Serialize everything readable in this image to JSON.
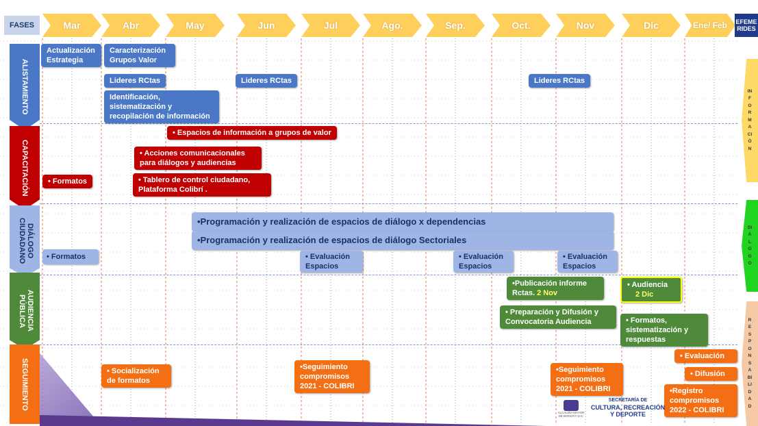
{
  "header": {
    "fases_label": "FASES",
    "months": [
      "Mar",
      "Abr",
      "May",
      "Jun",
      "Jul",
      "Ago.",
      "Sep.",
      "Oct.",
      "Nov",
      "Dic",
      "Ene/ Feb"
    ],
    "efemerides_label": "EFEME RIDES"
  },
  "phases": {
    "alistamiento": "ALISTAMIENTO",
    "capacitacion": "CAPACITACIÓN",
    "dialogo": "DIÁLOGO CIUDADANO",
    "audiencia": "AUDIENCIA PÚBLICA",
    "seguimiento": "SEGUIMIENTO"
  },
  "tasks": {
    "actualizacion": "Actualización Estrategia",
    "caracterizacion": "Caracterización Grupos Valor",
    "lideres_abr": "Lideres RCtas",
    "lideres_jun": "Lideres RCtas",
    "lideres_oct": "Lideres RCtas",
    "identificacion": "Identificación, sistematización y recopilación de información",
    "espacios_info": "• Espacios de información a grupos de valor",
    "acciones": "• Acciones comunicacionales para diálogos y audiencias",
    "formatos_cap": "• Formatos",
    "tablero": "• Tablero de control ciudadano, Plataforma Colibrí .",
    "programacion_dep": "•Programación y realización de espacios de diálogo x dependencias",
    "programacion_sec": "•Programación y realización de espacios de diálogo Sectoriales",
    "formatos_dial": "• Formatos",
    "evaluacion_jul": "• Evaluación Espacios",
    "evaluacion_sep": "• Evaluación Espacios",
    "evaluacion_nov": "• Evaluación Espacios",
    "publicacion": "•Publicación informe Rctas.",
    "publicacion_date": "2 Nov",
    "audiencia": "• Audiencia",
    "audiencia_date": "2 Dic",
    "preparacion": "• Preparación y Difusión y Convocatoria Audiencia",
    "formatos_aud": "• Formatos, sistematización y respuestas",
    "socializacion": "• Socialización de formatos",
    "seguimiento_jul": "•Seguimiento compromisos 2021 - COLIBRI",
    "seguimiento_nov": "•Seguimiento compromisos 2021 - COLIBRI",
    "evaluacion_seg": "• Evaluación",
    "difusion": "• Difusión",
    "registro": "•Registro compromisos 2022 - COLIBRI"
  },
  "side_labels": {
    "informacion": "INFORMACIÓN",
    "dialogo": "DIÁLOGO",
    "responsabilidad": "RESPONSABILIDAD"
  },
  "logo": {
    "alcaldia": "ALCALDÍA MAYOR DE BOGOTÁ D.C.",
    "secretaria": "SECRETARÍA DE",
    "cultura": "CULTURA, RECREACIÓN Y DEPORTE"
  },
  "colors": {
    "month_chevron": "#ffcf5c",
    "alistamiento": "#4a78c6",
    "capacitacion": "#c00000",
    "dialogo": "#9fb5e6",
    "audiencia": "#4e8a3a",
    "seguimiento": "#f46f14",
    "side_info": "#ffd966",
    "side_dialogo": "#22d422",
    "side_resp": "#f6c9a6"
  }
}
